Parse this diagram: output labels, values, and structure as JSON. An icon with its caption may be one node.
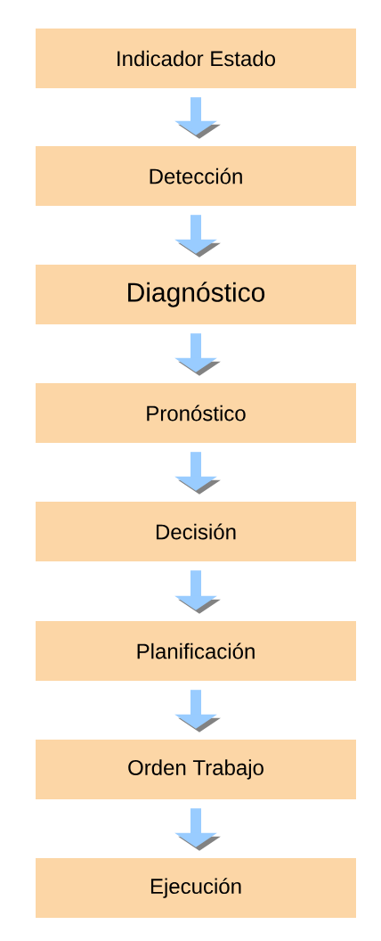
{
  "diagram": {
    "nodes": [
      {
        "text": [
          "Indicador Estado"
        ]
      },
      {
        "text": [
          "Detección"
        ]
      },
      {
        "text": [
          "Diagnóstico"
        ]
      },
      {
        "text": [
          "Pronóstico"
        ]
      },
      {
        "text": [
          "Decisión"
        ]
      },
      {
        "text": [
          "Planificación"
        ]
      },
      {
        "text": [
          "Orden Trabajo"
        ]
      },
      {
        "text": [
          "Ejecución"
        ]
      }
    ],
    "edges": [
      {
        "from": 0,
        "to": 1,
        "arrow": "to"
      },
      {
        "from": 1,
        "to": 2,
        "arrow": "to"
      },
      {
        "from": 2,
        "to": 3,
        "arrow": "to"
      },
      {
        "from": 3,
        "to": 4,
        "arrow": "to"
      },
      {
        "from": 4,
        "to": 5,
        "arrow": "to"
      },
      {
        "from": 5,
        "to": 6,
        "arrow": "to"
      },
      {
        "from": 6,
        "to": 7,
        "arrow": "to"
      }
    ]
  }
}
